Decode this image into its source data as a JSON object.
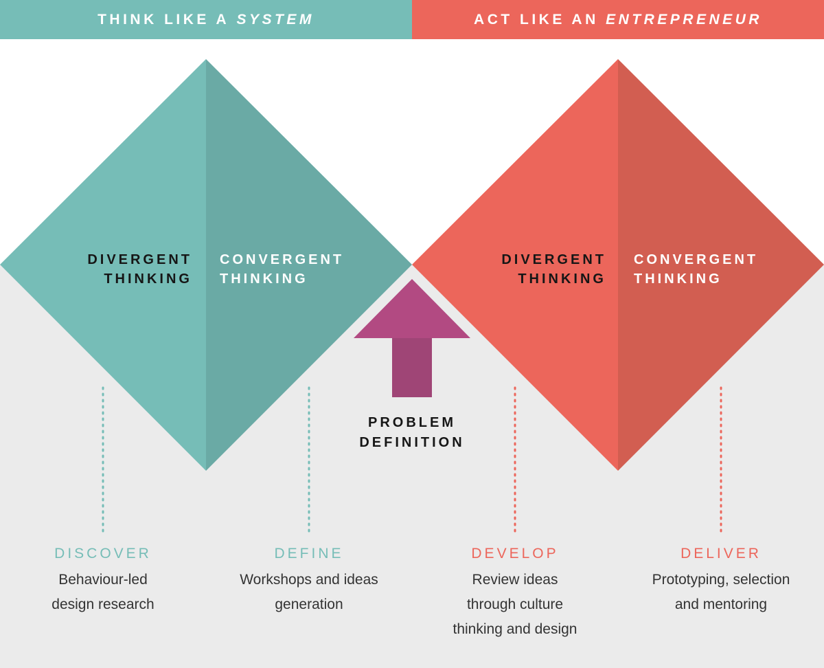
{
  "header": {
    "left": {
      "prefix": "THINK LIKE A ",
      "emphasis": "SYSTEM"
    },
    "right": {
      "prefix": "ACT LIKE AN ",
      "emphasis": "ENTREPRENEUR"
    }
  },
  "diamonds": [
    {
      "divergent": [
        "DIVERGENT",
        "THINKING"
      ],
      "convergent": [
        "CONVERGENT",
        "THINKING"
      ]
    },
    {
      "divergent": [
        "DIVERGENT",
        "THINKING"
      ],
      "convergent": [
        "CONVERGENT",
        "THINKING"
      ]
    }
  ],
  "problem_definition": [
    "PROBLEM",
    "DEFINITION"
  ],
  "phases": [
    {
      "name": "DISCOVER",
      "desc": "Behaviour-led\ndesign research"
    },
    {
      "name": "DEFINE",
      "desc": "Workshops and ideas\ngeneration"
    },
    {
      "name": "DEVELOP",
      "desc": "Review ideas\nthrough culture\nthinking and design"
    },
    {
      "name": "DELIVER",
      "desc": "Prototyping, selection\nand mentoring"
    }
  ],
  "colors": {
    "teal_light": "#76bdb7",
    "teal_dark": "#6aaaa5",
    "coral_light": "#ec665b",
    "coral_dark": "#d25e51",
    "arrow_head": "#b24a82",
    "arrow_stem": "#9f4576",
    "background_lower": "#ebebeb"
  }
}
